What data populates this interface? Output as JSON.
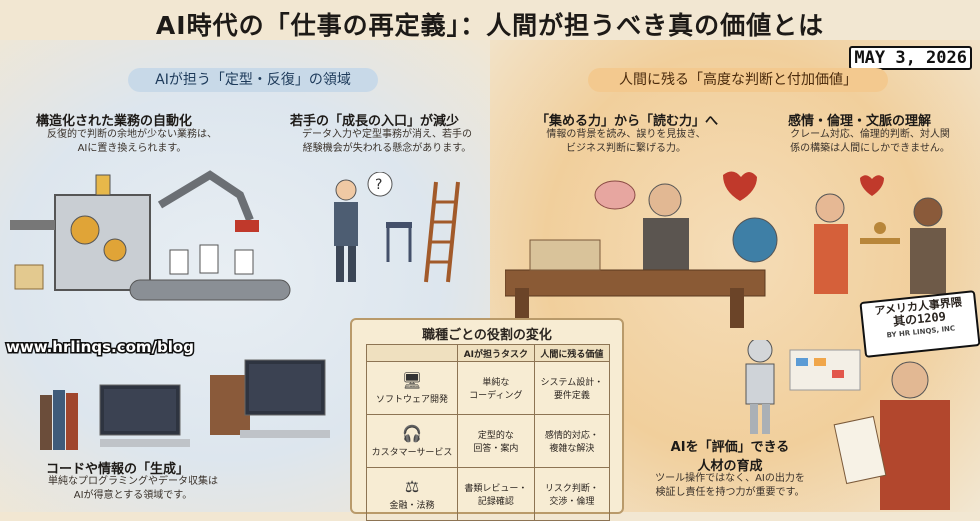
{
  "title": "AI時代の「仕事の再定義」：人間が担うべき真の価値とは",
  "date": "MAY 3, 2026",
  "left": {
    "banner": "AIが担う「定型・反復」の領域",
    "automation": {
      "heading": "構造化された業務の自動化",
      "text": [
        "反復的で判断の余地が少ない業務は、",
        "AIに置き換えられます。"
      ]
    },
    "junior": {
      "heading": "若手の「成長の入口」が減少",
      "text": [
        "データ入力や定型事務が消え、若手の",
        "経験機会が失われる懸念があります。"
      ]
    },
    "generation": {
      "heading": "コードや情報の「生成」",
      "text": [
        "単純なプログラミングやデータ収集は",
        "AIが得意とする領域です。"
      ]
    }
  },
  "right": {
    "banner": "人間に残る「高度な判断と付加価値」",
    "reading": {
      "heading": "「集める力」から「読む力」へ",
      "text": [
        "情報の背景を読み、誤りを見抜き、",
        "ビジネス判断に繋げる力。"
      ]
    },
    "emotion": {
      "heading": "感情・倫理・文脈の理解",
      "text": [
        "クレーム対応、倫理的判断、対人関",
        "係の構築は人間にしかできません。"
      ]
    },
    "evaluate": {
      "heading": [
        "AIを「評価」できる",
        "人材の育成"
      ],
      "text": [
        "ツール操作ではなく、AIの出力を",
        "検証し責任を持つ力が重要です。"
      ]
    }
  },
  "table": {
    "title": "職種ごとの役割の変化",
    "headers": [
      "",
      "AIが担うタスク",
      "人間に残る価値"
    ],
    "rows": [
      {
        "role": "ソフトウェア開発",
        "icon": "computer-icon",
        "ai": [
          "単純な",
          "コーディング"
        ],
        "human": [
          "システム設計・",
          "要件定義"
        ]
      },
      {
        "role": "カスタマーサービス",
        "icon": "headset-icon",
        "ai": [
          "定型的な",
          "回答・案内"
        ],
        "human": [
          "感情的対応・",
          "複雑な解決"
        ]
      },
      {
        "role": "金融・法務",
        "icon": "scales-icon",
        "ai": [
          "書類レビュー・",
          "記録確認"
        ],
        "human": [
          "リスク判断・",
          "交渉・倫理"
        ]
      }
    ]
  },
  "watermark": "www.hrlinqs.com/blog",
  "stamp": {
    "line1": "アメリカ人事界隈",
    "line2": "其の1209",
    "line3": "BY HR LINQS, INC"
  },
  "colors": {
    "left_bg": "#dde6ee",
    "right_bg": "#f1cf9c",
    "paper": "#f7ecd3"
  }
}
